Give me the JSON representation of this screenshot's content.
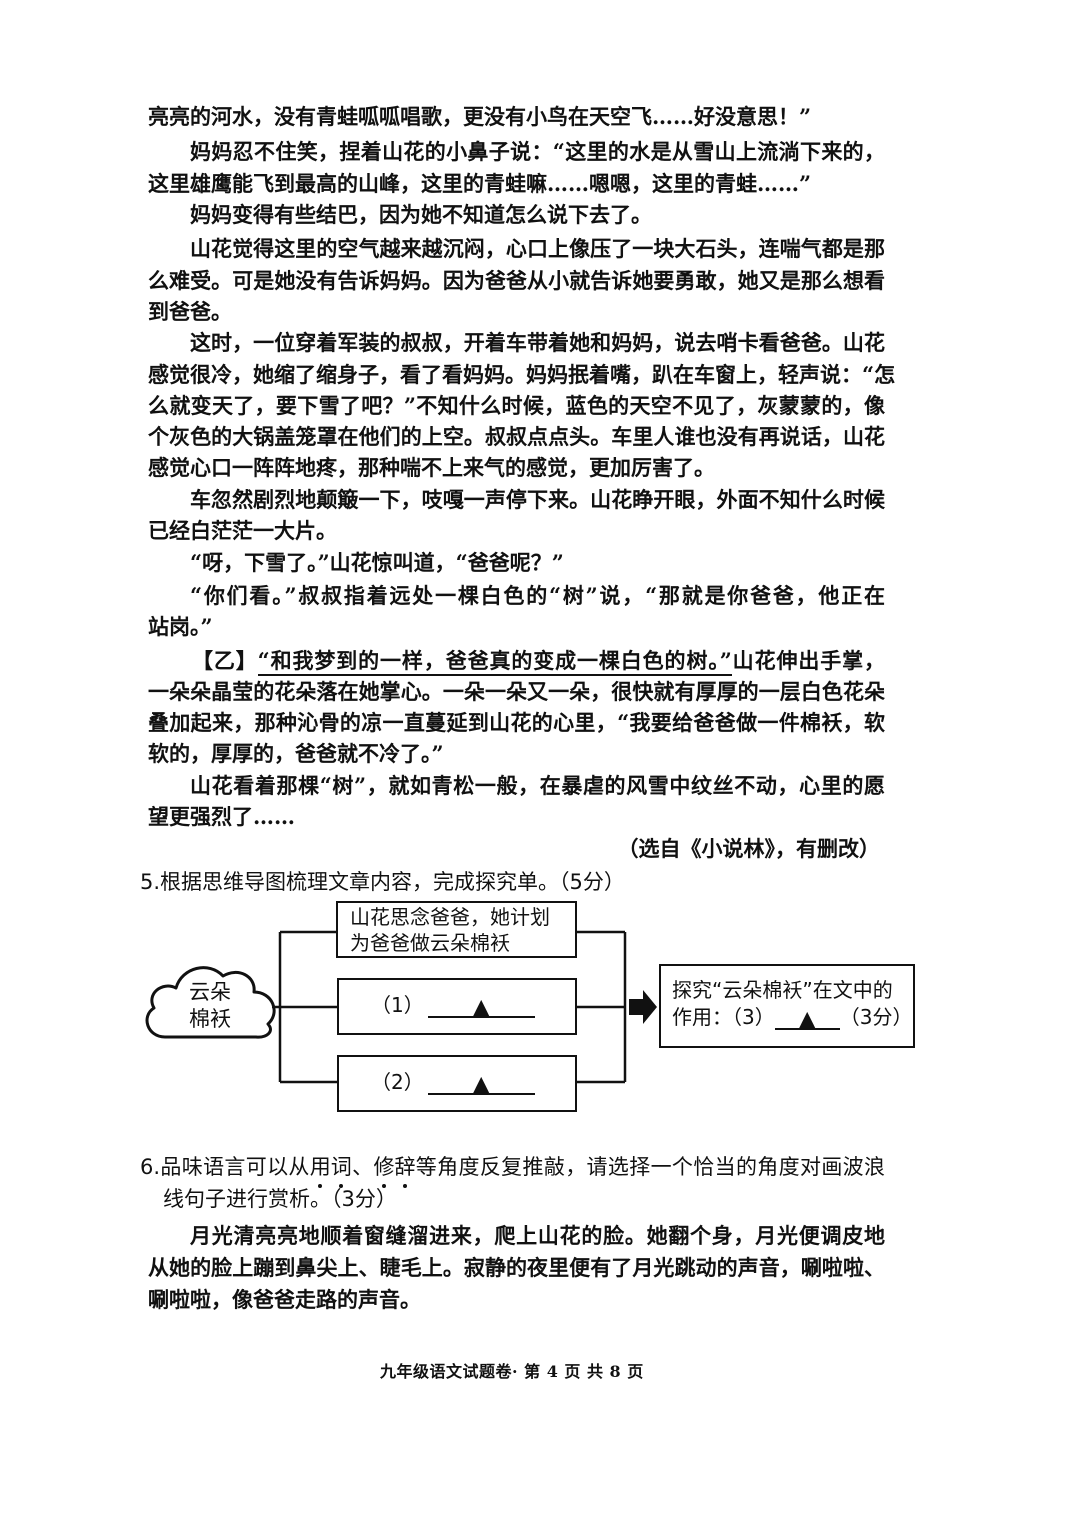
{
  "passage": {
    "paragraphs": [
      {
        "lines": [
          "亮亮的河水，没有青蛙呱呱唱歌，更没有小鸟在天空飞……好没意思！”"
        ]
      },
      {
        "lines": [
          "妈妈忍不住笑，捏着山花的小鼻子说：“这里的水是从雪山上流淌下来的，",
          "这里雄鹰能飞到最高的山峰，这里的青蛙嘛……嗯嗯，这里的青蛙……”"
        ]
      },
      {
        "lines": [
          "妈妈变得有些结巴，因为她不知道怎么说下去了。"
        ]
      },
      {
        "lines": [
          "山花觉得这里的空气越来越沉闷，心口上像压了一块大石头，连喘气都是那",
          "么难受。可是她没有告诉妈妈。因为爸爸从小就告诉她要勇敢，她又是那么想看",
          "到爸爸。"
        ]
      },
      {
        "lines": [
          "这时，一位穿着军装的叔叔，开着车带着她和妈妈，说去哨卡看爸爸。山花",
          "感觉很冷，她缩了缩身子，看了看妈妈。妈妈抿着嘴，趴在车窗上，轻声说：“怎",
          "么就变天了，要下雪了吧？”不知什么时候，蓝色的天空不见了，灰蒙蒙的，像",
          "个灰色的大锅盖笼罩在他们的上空。叔叔点点头。车里人谁也没有再说话，山花",
          "感觉心口一阵阵地疼，那种喘不上来气的感觉，更加厉害了。"
        ]
      },
      {
        "lines": [
          "车忽然剧烈地颠簸一下，吱嘎一声停下来。山花睁开眼，外面不知什么时候",
          "已经白茫茫一大片。"
        ]
      },
      {
        "lines": [
          "“呀，下雪了。”山花惊叫道，“爸爸呢？”"
        ]
      },
      {
        "lines": [
          "“你们看。”叔叔指着远处一棵白色的“树”说，“那就是你爸爸，他正在",
          "站岗。”"
        ]
      },
      {
        "marker": "【乙】",
        "underlined": "“和我梦到的一样，爸爸真的变成一棵白色的树。”",
        "first_rest": "山花伸出手掌，",
        "lines": [
          "",
          "一朵朵晶莹的花朵落在她掌心。一朵一朵又一朵，很快就有厚厚的一层白色花朵",
          "叠加起来，那种沁骨的凉一直蔓延到山花的心里，“我要给爸爸做一件棉袄，软",
          "软的，厚厚的，爸爸就不冷了。”"
        ]
      },
      {
        "lines": [
          "山花看着那棵“树”，就如青松一般，在暴虐的风雪中纹丝不动，心里的愿",
          "望更强烈了……"
        ]
      }
    ],
    "source": "（选自《小说林》，有删改）"
  },
  "question5": {
    "prompt": "5.根据思维导图梳理文章内容，完成探究单。（5分）",
    "mindmap": {
      "center": {
        "line1": "云朵",
        "line2": "棉袄",
        "icon": "cloud-shape"
      },
      "branches": [
        {
          "line1": "山花思念爸爸，她计划",
          "line2": "为爸爸做云朵棉袄"
        },
        {
          "label": "（1）",
          "blank_marker": "▲"
        },
        {
          "label": "（2）",
          "blank_marker": "▲"
        }
      ],
      "arrow": "right-arrow",
      "result": {
        "line1": "探究“云朵棉袄”在文中的",
        "line2_prefix": "作用：（3）",
        "blank_marker": "▲",
        "points": "（3分）"
      }
    }
  },
  "question6": {
    "prompt_line1": {
      "pre": "6.品味语言可以从",
      "emph1": [
        "用",
        "词"
      ],
      "mid": "、",
      "emph2": [
        "修",
        "辞"
      ],
      "post": "等角度反复推敲，请选择一个恰当的角度对画波浪"
    },
    "prompt_line2": "线句子进行赏析。（3分）",
    "excerpt_lines": [
      "月光清亮亮地顺着窗缝溜进来，爬上山花的脸。她翻个身，月光便调皮地",
      "从她的脸上蹦到鼻尖上、睫毛上。寂静的夜里便有了月光跳动的声音，唰啦啦、",
      "唰啦啦，像爸爸走路的声音。"
    ]
  },
  "footer": "九年级语文试题卷· 第 4 页 共 8 页"
}
